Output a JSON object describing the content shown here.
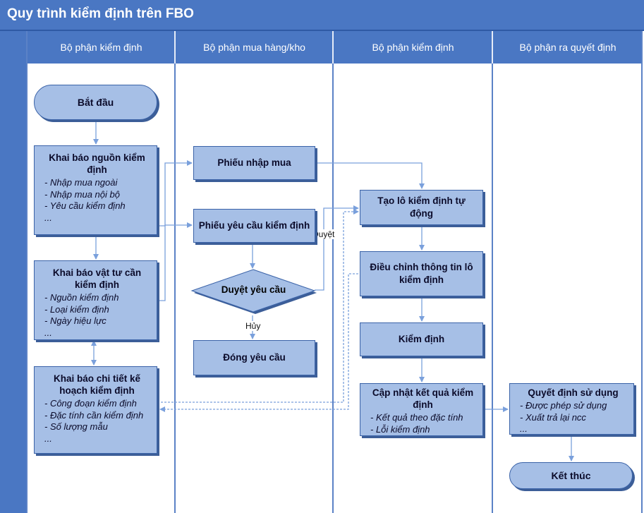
{
  "title": "Quy trình kiểm định trên FBO",
  "lanes": [
    "Bộ phận kiểm định",
    "Bộ phận mua hàng/kho",
    "Bộ phận kiểm định",
    "Bộ phận ra quyết định"
  ],
  "nodes": {
    "start": "Bắt đầu",
    "source": {
      "title": "Khai báo nguồn kiểm định",
      "items": [
        "- Nhập mua ngoài",
        "- Nhập mua nội bộ",
        "- Yêu cầu kiểm định",
        "..."
      ]
    },
    "material": {
      "title": "Khai báo vật tư cần kiểm định",
      "items": [
        "- Nguồn kiểm định",
        "- Loại kiểm định",
        "- Ngày hiệu lực",
        "..."
      ]
    },
    "plan": {
      "title": "Khai báo chi tiết kế hoạch kiểm định",
      "items": [
        "- Công đoạn kiểm định",
        "- Đặc tính cần kiểm định",
        "- Số lượng mẫu",
        "..."
      ]
    },
    "purchase_receipt": "Phiếu nhập mua",
    "request_form": "Phiếu yêu cầu kiểm định",
    "approve_decision": "Duyệt yêu cầu",
    "close_request": "Đóng yêu cầu",
    "auto_lot": "Tạo lô kiểm định tự động",
    "adjust_lot": "Điều chỉnh thông tin lô kiểm định",
    "inspect": "Kiểm định",
    "update_result": {
      "title": "Cập nhật kết quả kiểm định",
      "items": [
        "- Kết quả theo đặc tính",
        "- Lỗi kiểm định"
      ]
    },
    "usage_decision": {
      "title": "Quyết định sử dụng",
      "items": [
        "- Được phép sử dụng",
        "- Xuất trả lại ncc",
        "..."
      ]
    },
    "end": "Kết thúc"
  },
  "edge_labels": {
    "approved": "Duyệt",
    "cancel": "Hủy"
  },
  "colors": {
    "header": "#4a77c3",
    "shape_fill": "#a6bfe6",
    "shape_border": "#3b63a8",
    "arrow": "#7aa0dc"
  }
}
